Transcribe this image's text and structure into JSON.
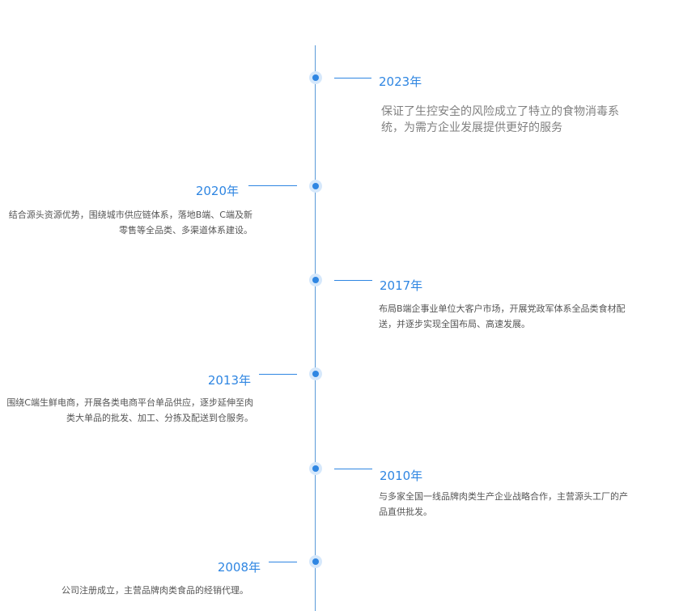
{
  "timeline": {
    "events": [
      {
        "year": "2023年",
        "text": "保证了生控安全的风险成立了特立的食物消毒系统，为需方企业发展提供更好的服务"
      },
      {
        "year": "2020年",
        "text": "结合源头资源优势，围绕城市供应链体系，落地B端、C端及新零售等全品类、多渠道体系建设。"
      },
      {
        "year": "2017年",
        "text": "布局B端企事业单位大客户市场，开展党政军体系全品类食材配送，并逐步实现全国布局、高速发展。"
      },
      {
        "year": "2013年",
        "text": "围绕C端生鲜电商，开展各类电商平台单品供应，逐步延伸至肉类大单品的批发、加工、分拣及配送到仓服务。"
      },
      {
        "year": "2010年",
        "text": "与多家全国一线品牌肉类生产企业战略合作，主营源头工厂的产品直供批发。"
      },
      {
        "year": "2008年",
        "text": "公司注册成立，主营品牌肉类食品的经销代理。"
      }
    ]
  }
}
